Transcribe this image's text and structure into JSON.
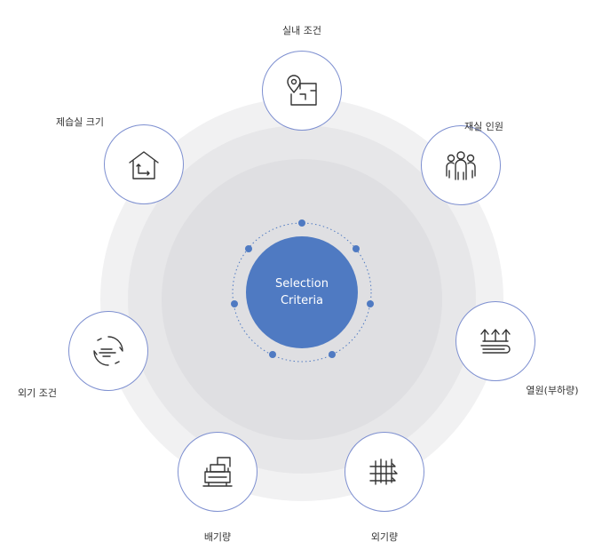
{
  "center": {
    "line1": "Selection",
    "line2": "Criteria"
  },
  "criteria": [
    {
      "label": "실내 조건",
      "icon": "floorplan-pin-icon"
    },
    {
      "label": "재실 인원",
      "icon": "people-group-icon"
    },
    {
      "label": "열원(부하량)",
      "icon": "heat-source-arrows-icon"
    },
    {
      "label": "외기량",
      "icon": "air-filter-arrows-icon"
    },
    {
      "label": "배기량",
      "icon": "exhaust-machine-icon"
    },
    {
      "label": "외기 조건",
      "icon": "outdoor-air-cycle-icon"
    },
    {
      "label": "제습실 크기",
      "icon": "house-dimension-icon"
    }
  ],
  "colors": {
    "center_fill": "#4f7ac2",
    "dot": "#4f7ac2",
    "node_border": "#7d8fd0",
    "icon_stroke": "#333333"
  }
}
